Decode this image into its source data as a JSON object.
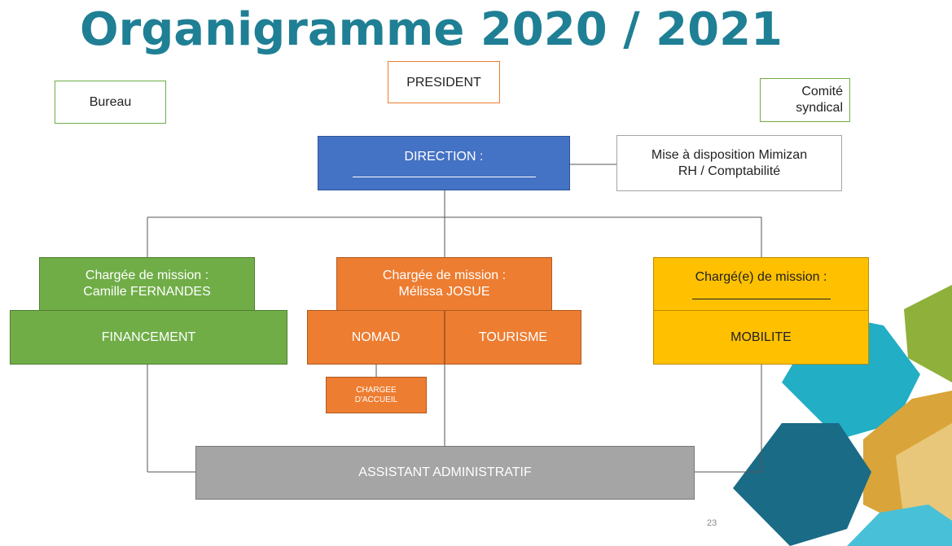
{
  "title": "Organigramme 2020 / 2021",
  "nodes": {
    "bureau": "Bureau",
    "president": "PRESIDENT",
    "comite_line1": "Comité",
    "comite_line2": "syndical",
    "direction_label": "DIRECTION :",
    "mise_line1": "Mise à disposition Mimizan",
    "mise_line2": "RH / Comptabilité",
    "mission1_line1": "Chargée de mission :",
    "mission1_line2": "Camille FERNANDES",
    "financement": "FINANCEMENT",
    "mission2_line1": "Chargée de mission :",
    "mission2_line2": "Mélissa JOSUE",
    "nomad": "NOMAD",
    "tourisme": "TOURISME",
    "accueil_line1": "CHARGEE",
    "accueil_line2": "D'ACCUEIL",
    "mission3_line1": "Chargé(e) de mission :",
    "mobilite": "MOBILITE",
    "assistant": "ASSISTANT ADMINISTRATIF"
  },
  "page_number": "23",
  "colors": {
    "title": "#1f7f94",
    "direction": "#4472c4",
    "financement": "#70ad47",
    "tourisme": "#ed7d31",
    "mobilite": "#ffc000",
    "assistant": "#a5a5a5"
  }
}
